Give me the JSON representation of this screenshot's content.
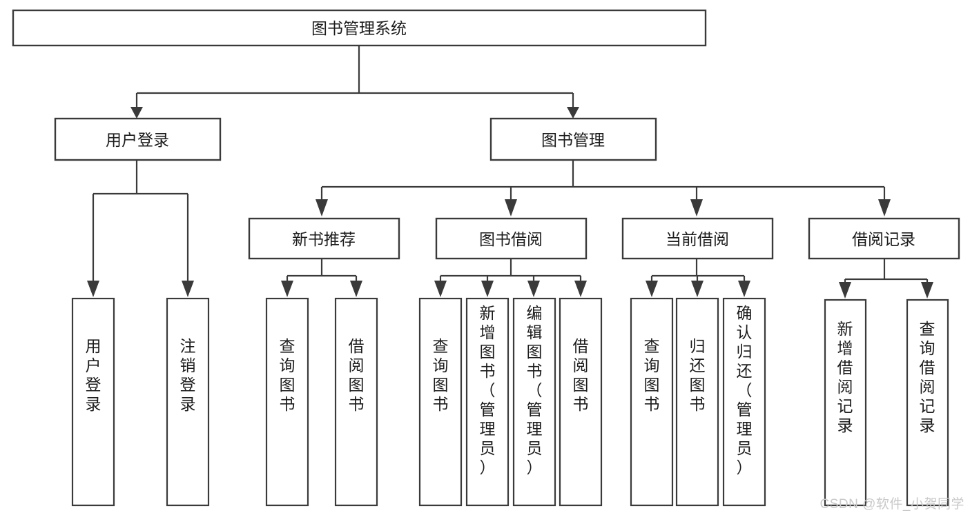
{
  "diagram": {
    "type": "tree-hierarchy-chart",
    "title": "图书管理系统",
    "orientation": "top-down",
    "colors": {
      "box_stroke": "#3a3a3a",
      "box_fill": "#ffffff",
      "edge": "#3a3a3a",
      "text": "#1c1c1c",
      "watermark": "#c9c9c9",
      "background": "#ffffff"
    },
    "root": {
      "id": "root",
      "label": "图书管理系统",
      "text_orientation": "horizontal"
    },
    "level2": [
      {
        "id": "user-login",
        "label": "用户登录",
        "text_orientation": "horizontal"
      },
      {
        "id": "book-manage",
        "label": "图书管理",
        "text_orientation": "horizontal"
      }
    ],
    "level3": [
      {
        "id": "new-book-recommend",
        "label": "新书推荐",
        "parent": "book-manage",
        "text_orientation": "horizontal"
      },
      {
        "id": "book-borrow",
        "label": "图书借阅",
        "parent": "book-manage",
        "text_orientation": "horizontal"
      },
      {
        "id": "current-borrow",
        "label": "当前借阅",
        "parent": "book-manage",
        "text_orientation": "horizontal"
      },
      {
        "id": "borrow-record",
        "label": "借阅记录",
        "parent": "book-manage",
        "text_orientation": "horizontal"
      }
    ],
    "leaves": [
      {
        "id": "leaf-user-login",
        "label": "用户登录",
        "parent": "user-login",
        "text_orientation": "vertical"
      },
      {
        "id": "leaf-logout-login",
        "label": "注销登录",
        "parent": "user-login",
        "text_orientation": "vertical"
      },
      {
        "id": "leaf-query-book-1",
        "label": "查询图书",
        "parent": "new-book-recommend",
        "text_orientation": "vertical"
      },
      {
        "id": "leaf-borrow-book-1",
        "label": "借阅图书",
        "parent": "new-book-recommend",
        "text_orientation": "vertical"
      },
      {
        "id": "leaf-query-book-2",
        "label": "查询图书",
        "parent": "book-borrow",
        "text_orientation": "vertical"
      },
      {
        "id": "leaf-add-book",
        "label": "新增图书（管理员）",
        "parent": "book-borrow",
        "text_orientation": "vertical"
      },
      {
        "id": "leaf-edit-book",
        "label": "编辑图书（管理员）",
        "parent": "book-borrow",
        "text_orientation": "vertical"
      },
      {
        "id": "leaf-borrow-book-2",
        "label": "借阅图书",
        "parent": "book-borrow",
        "text_orientation": "vertical"
      },
      {
        "id": "leaf-query-book-3",
        "label": "查询图书",
        "parent": "current-borrow",
        "text_orientation": "vertical"
      },
      {
        "id": "leaf-return-book",
        "label": "归还图书",
        "parent": "current-borrow",
        "text_orientation": "vertical"
      },
      {
        "id": "leaf-confirm-return",
        "label": "确认归还（管理员）",
        "parent": "current-borrow",
        "text_orientation": "vertical"
      },
      {
        "id": "leaf-add-record",
        "label": "新增借阅记录",
        "parent": "borrow-record",
        "text_orientation": "vertical"
      },
      {
        "id": "leaf-query-record",
        "label": "查询借阅记录",
        "parent": "borrow-record",
        "text_orientation": "vertical"
      }
    ]
  },
  "watermark": {
    "text": "CSDN @软件_小贺同学"
  }
}
